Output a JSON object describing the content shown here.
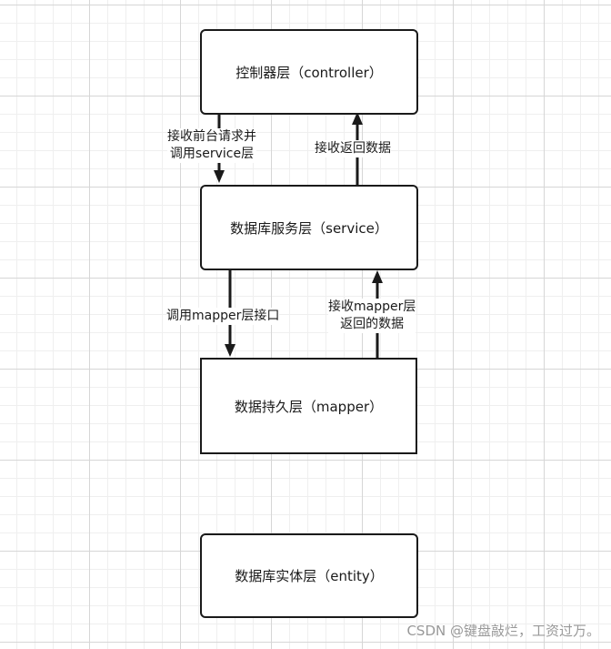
{
  "nodes": {
    "controller": "控制器层（controller）",
    "service": "数据库服务层（service）",
    "mapper": "数据持久层（mapper）",
    "entity": "数据库实体层（entity）"
  },
  "edges": {
    "controller_to_service": [
      "接收前台请求并",
      "调用service层"
    ],
    "service_to_controller": "接收返回数据",
    "service_to_mapper": "调用mapper层接口",
    "mapper_to_service": [
      "接收mapper层",
      "返回的数据"
    ]
  },
  "watermark": "CSDN @键盘敲烂，工资过万。"
}
